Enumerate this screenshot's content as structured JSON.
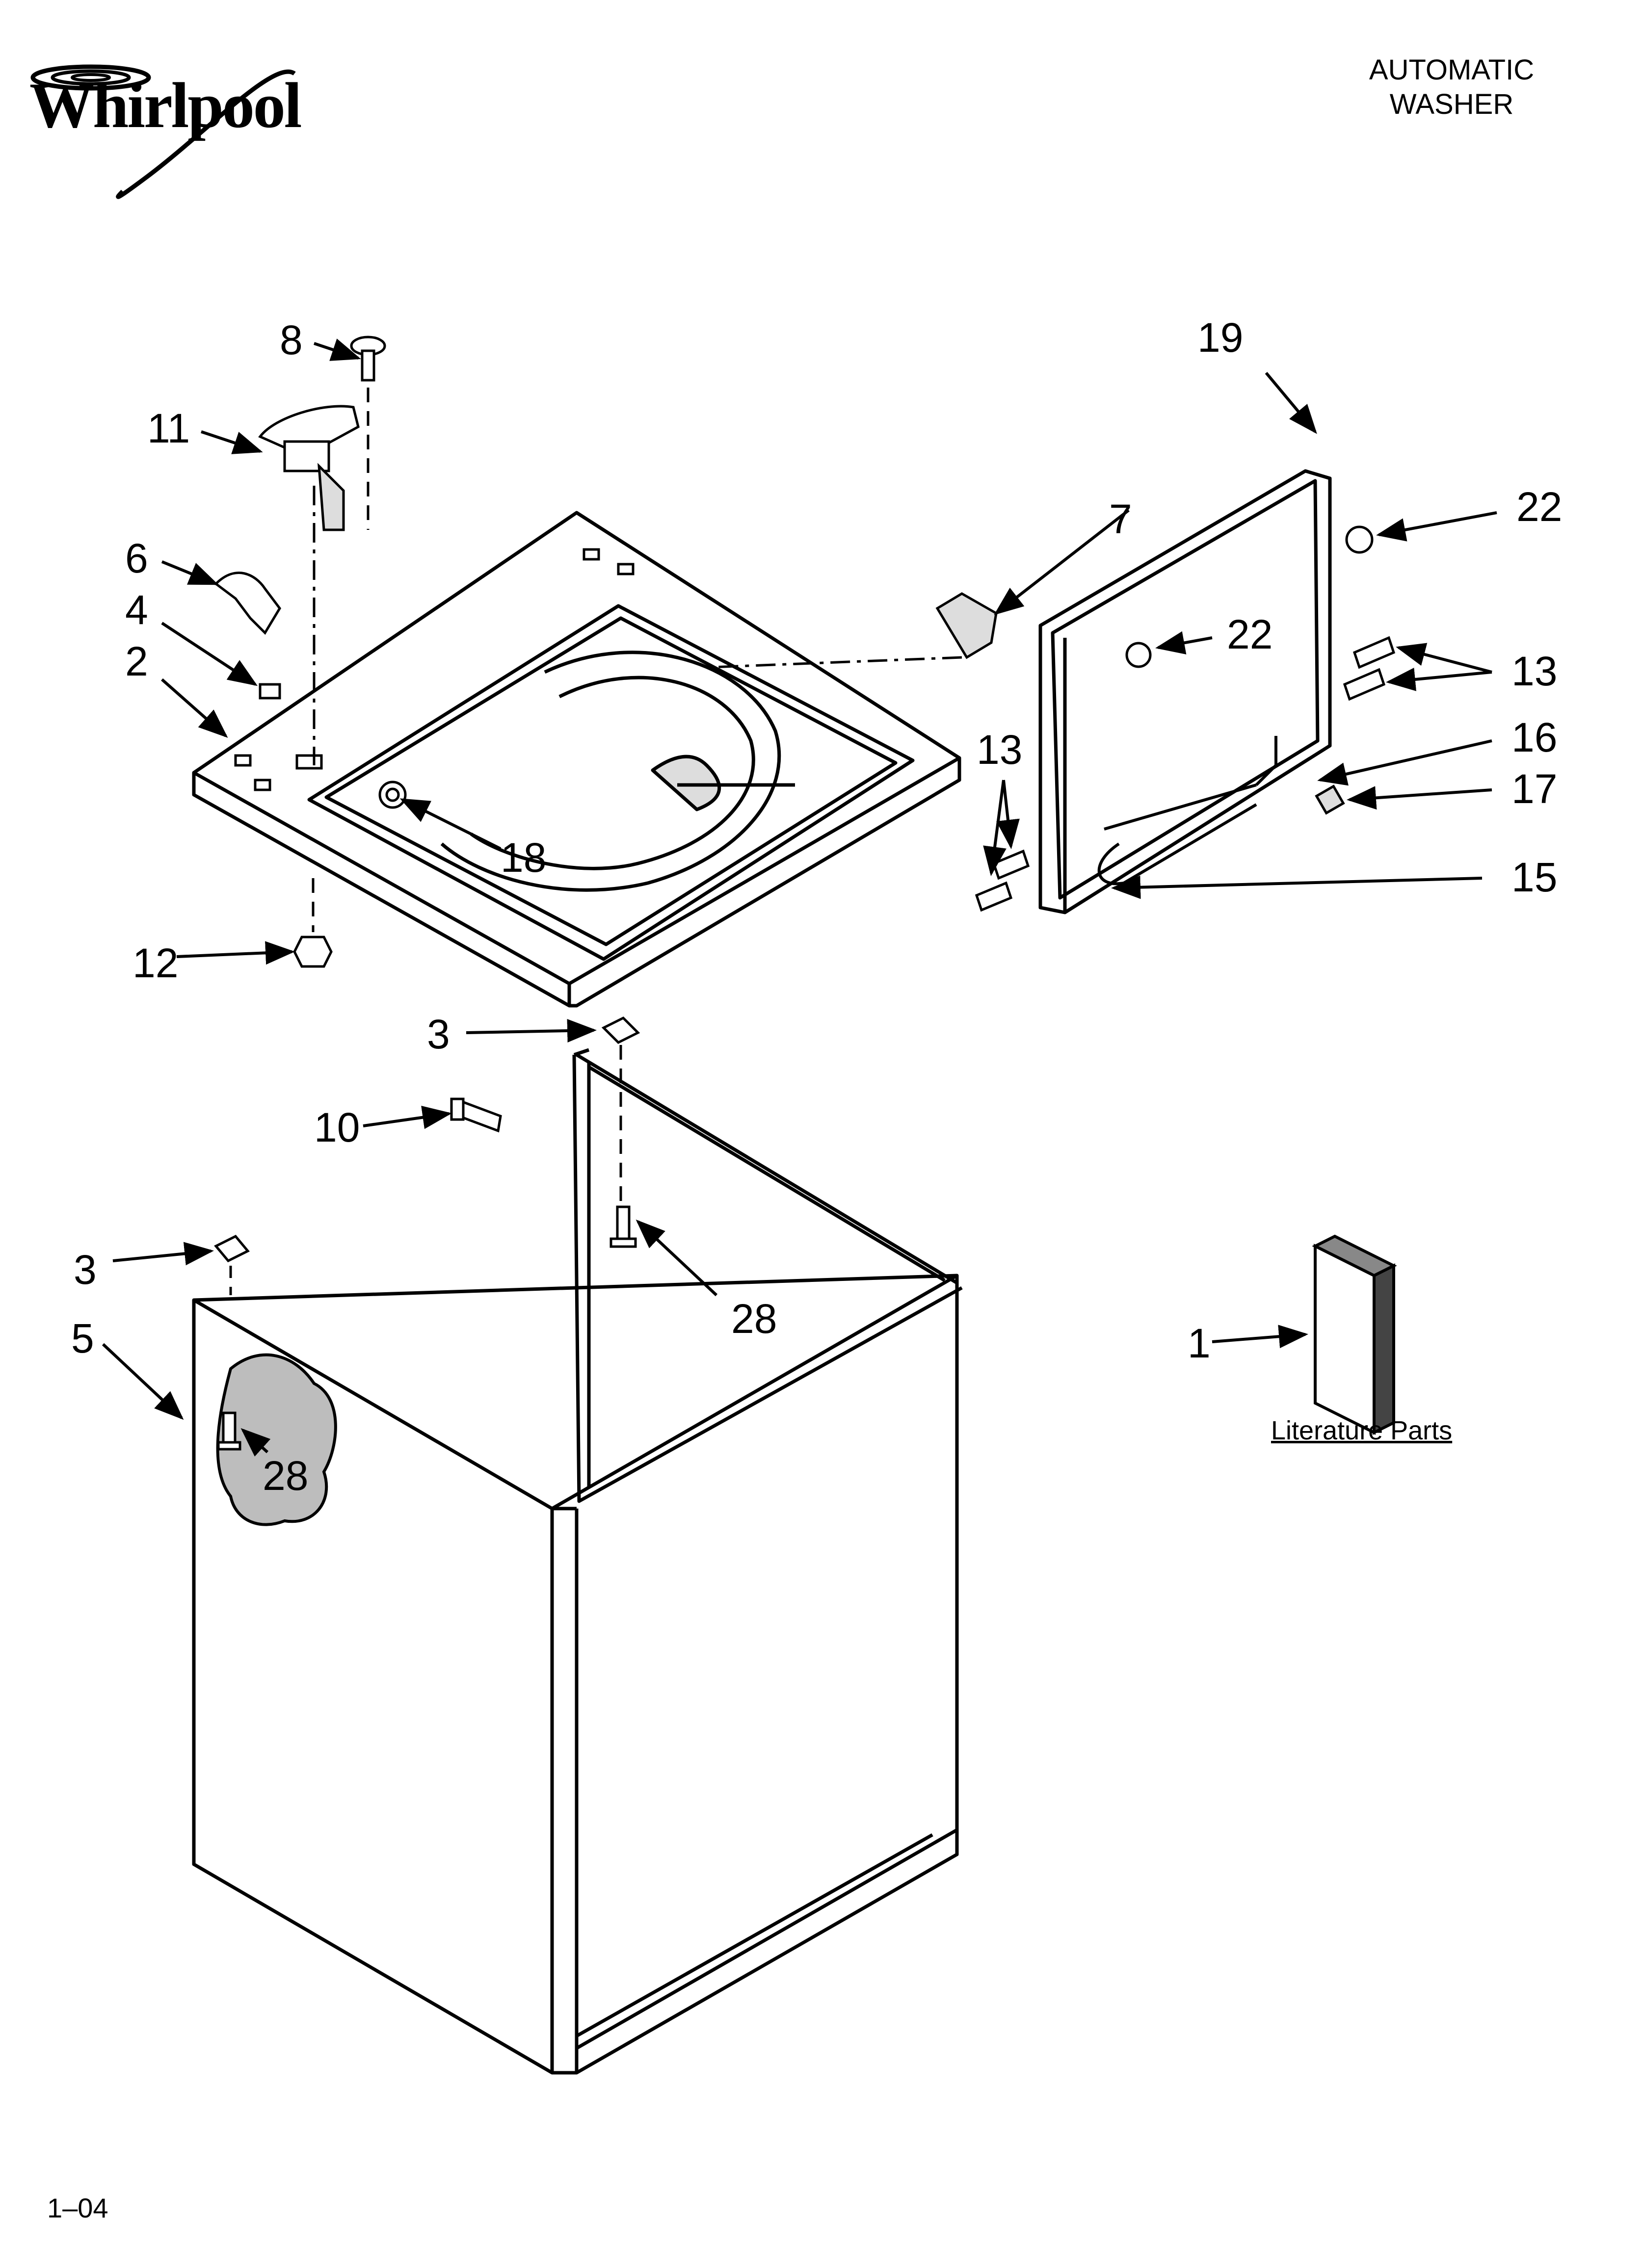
{
  "header": {
    "brand": "Whirlpool",
    "title_line1": "AUTOMATIC",
    "title_line2": "WASHER"
  },
  "footer": {
    "code": "1–04"
  },
  "callouts": {
    "c1": "1",
    "c2": "2",
    "c3a": "3",
    "c3b": "3",
    "c4": "4",
    "c5": "5",
    "c6": "6",
    "c7": "7",
    "c8": "8",
    "c10": "10",
    "c11": "11",
    "c12": "12",
    "c13a": "13",
    "c13b": "13",
    "c15": "15",
    "c16": "16",
    "c17": "17",
    "c18": "18",
    "c19": "19",
    "c22a": "22",
    "c22b": "22",
    "c28a": "28",
    "c28b": "28"
  },
  "literature": {
    "label": "Literature Parts"
  }
}
